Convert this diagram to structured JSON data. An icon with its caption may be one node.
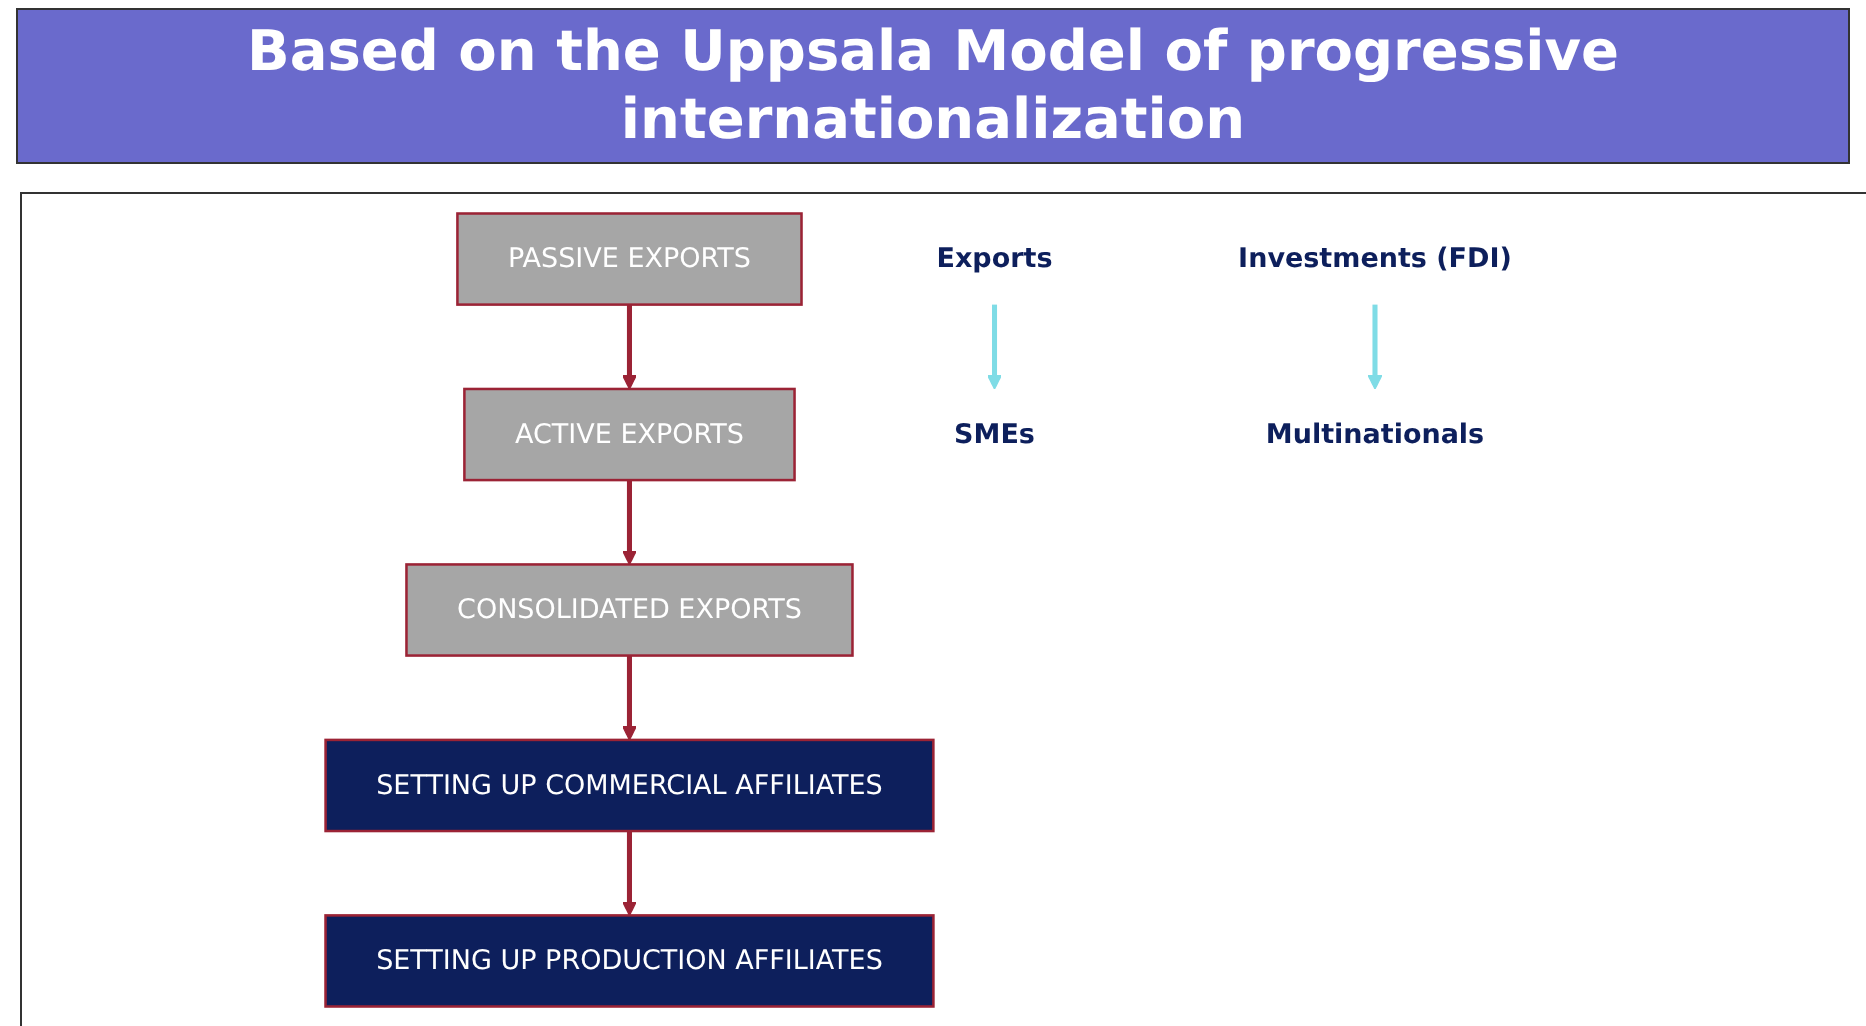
{
  "diagram": {
    "title": "Based on the Uppsala Model of progressive internationalization",
    "nodes": [
      {
        "text": [
          "PASSIVE EXPORTS"
        ]
      },
      {
        "text": [
          "ACTIVE EXPORTS"
        ]
      },
      {
        "text": [
          "CONSOLIDATED EXPORTS"
        ]
      },
      {
        "text": [
          "SETTING UP COMMERCIAL AFFILIATES"
        ]
      },
      {
        "text": [
          "SETTING UP PRODUCTION AFFILIATES"
        ]
      },
      {
        "text": [
          "Exports"
        ]
      },
      {
        "text": [
          "SMEs"
        ]
      },
      {
        "text": [
          "Investments (FDI)"
        ]
      },
      {
        "text": [
          "Multinationals"
        ]
      }
    ],
    "edges": [
      {
        "from": 0,
        "to": 1,
        "arrow": "to"
      },
      {
        "from": 1,
        "to": 2,
        "arrow": "to"
      },
      {
        "from": 2,
        "to": 3,
        "arrow": "to"
      },
      {
        "from": 3,
        "to": 4,
        "arrow": "to"
      },
      {
        "from": 5,
        "to": 6,
        "arrow": "to",
        "color": "#7fdce6"
      },
      {
        "from": 7,
        "to": 8,
        "arrow": "to",
        "color": "#7fdce6"
      }
    ]
  }
}
